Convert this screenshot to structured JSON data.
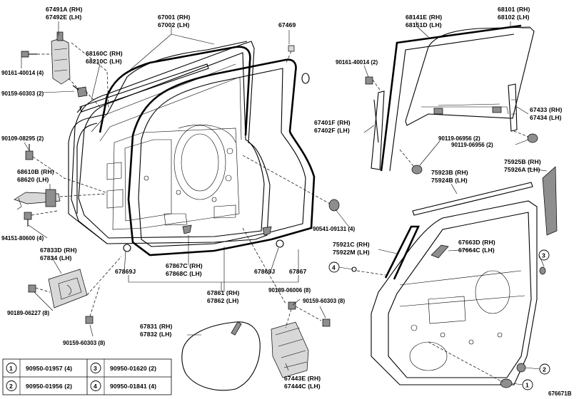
{
  "diagram_id": "676671B",
  "labels": {
    "p67491a": "67491A (RH)",
    "p67492e": "67492E (LH)",
    "p67001": "67001 (RH)",
    "p67002": "67002 (LH)",
    "p67469": "67469",
    "p68101": "68101 (RH)",
    "p68102": "68102 (LH)",
    "p68141e": "68141E (RH)",
    "p68151d": "68151D (LH)",
    "p90161a": "90161-40014 (4)",
    "p90161b": "90161-40014 (2)",
    "p68160c": "68160C (RH)",
    "p68210c": "68210C (LH)",
    "p90159a": "90159-60303 (2)",
    "p90109": "90109-08295 (2)",
    "p68610b": "68610B (RH)",
    "p68620": "68620 (LH)",
    "p94151": "94151-80600 (4)",
    "p67401f": "67401F (RH)",
    "p67402f": "67402F (LH)",
    "p90119a": "90119-06956 (2)",
    "p90119b": "90119-06956 (2)",
    "p67433": "67433 (RH)",
    "p67434": "67434 (LH)",
    "p75925b": "75925B (RH)",
    "p75926a": "75926A (LH)",
    "p75923b": "75923B (RH)",
    "p75924b": "75924B (LH)",
    "p90541": "90541-09131 (4)",
    "p75921c": "75921C (RH)",
    "p75922m": "75922M (LH)",
    "p67663d": "67663D (RH)",
    "p67664c": "67664C (LH)",
    "p67833d": "67833D (RH)",
    "p67834": "67834 (LH)",
    "p67869j_left": "67869J",
    "p67867c": "67867C (RH)",
    "p67868c": "67868C (LH)",
    "p67869j_right": "67869J",
    "p67867": "67867",
    "p90189a": "90189-06006 (8)",
    "p90189b": "90189-06227 (8)",
    "p67861": "67861 (RH)",
    "p67862": "67862 (LH)",
    "p90159b": "90159-60303 (8)",
    "p90159c": "90159-60303 (8)",
    "p67831": "67831 (RH)",
    "p67832": "67832 (LH)",
    "p67443e": "67443E (RH)",
    "p67444c": "67444C (LH)"
  },
  "callout_markers": {
    "m1": "1",
    "m2": "2",
    "m3": "3",
    "m4": "4"
  },
  "legend": [
    {
      "marker": "1",
      "part": "90950-01957 (4)"
    },
    {
      "marker": "3",
      "part": "90950-01620 (2)"
    },
    {
      "marker": "2",
      "part": "90950-01956 (2)"
    },
    {
      "marker": "4",
      "part": "90950-01841 (4)"
    }
  ]
}
